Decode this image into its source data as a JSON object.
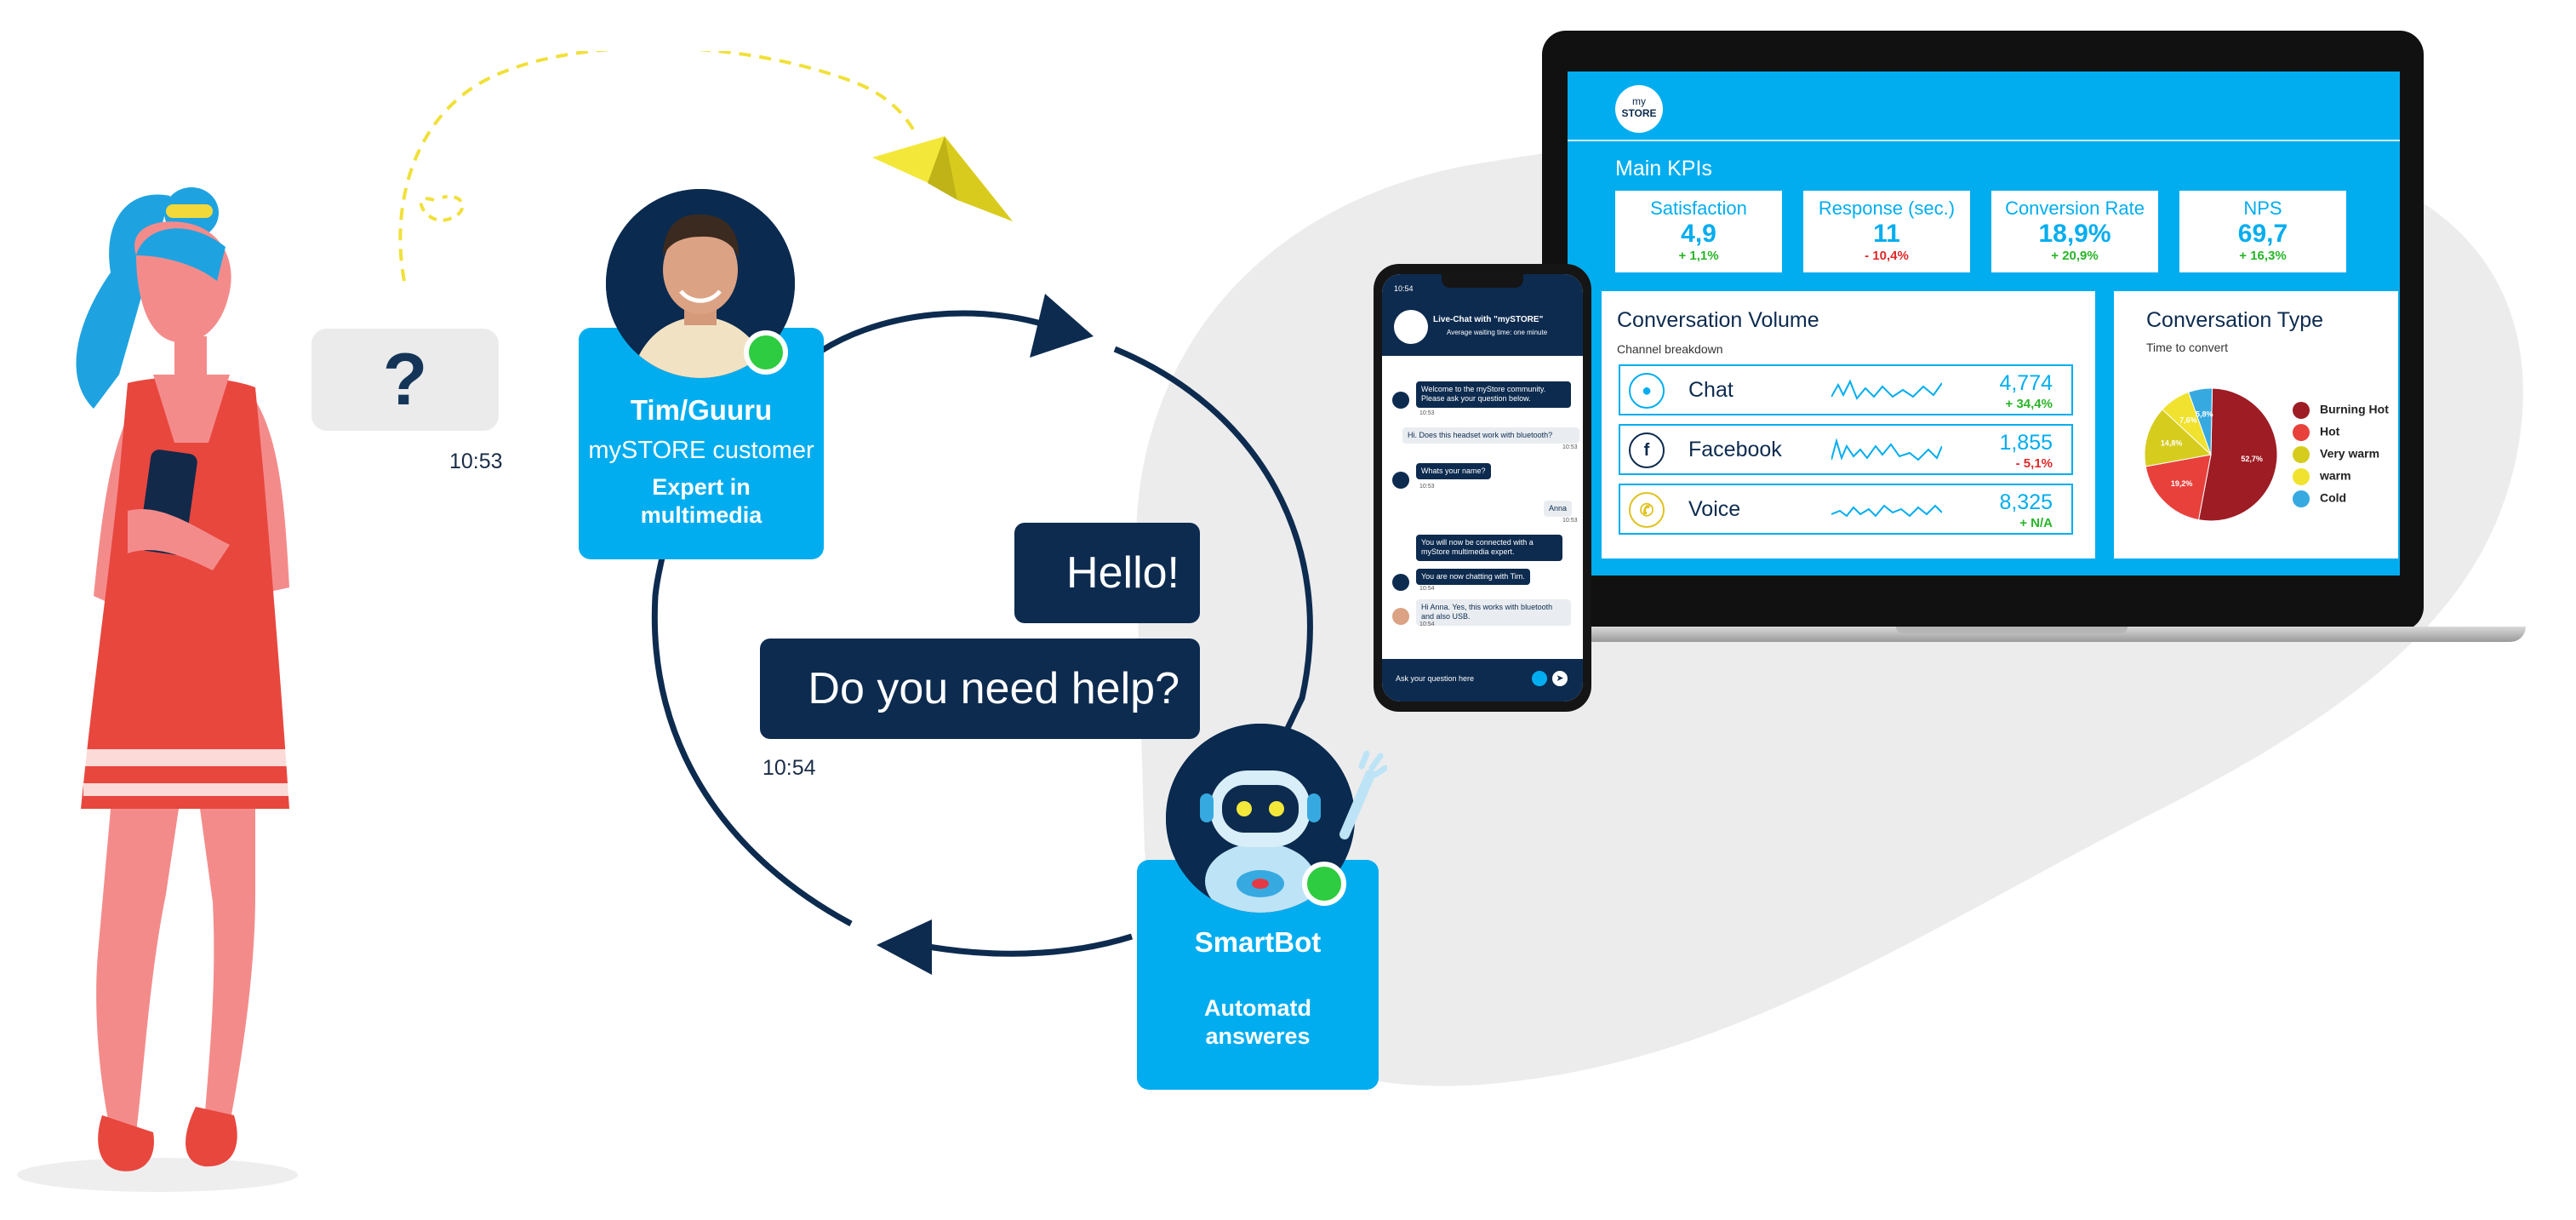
{
  "left_scene": {
    "question_mark": "?",
    "question_time": "10:53",
    "agent": {
      "name": "Tim/Guuru",
      "role": "mySTORE customer",
      "expertise": "Expert in multimedia"
    },
    "bot_messages": [
      "Hello!",
      "Do you need help?"
    ],
    "bot_time": "10:54",
    "bot": {
      "name": "SmartBot",
      "description": "Automatd answeres"
    }
  },
  "dashboard": {
    "logo": {
      "line1": "my",
      "line2": "STORE"
    },
    "kpi_title": "Main KPIs",
    "kpis": [
      {
        "label": "Satisfaction",
        "value": "4,9",
        "delta": "+ 1,1%",
        "positive": true
      },
      {
        "label": "Response (sec.)",
        "value": "11",
        "delta": "- 10,4%",
        "positive": false
      },
      {
        "label": "Conversion Rate",
        "value": "18,9%",
        "delta": "+ 20,9%",
        "positive": true
      },
      {
        "label": "NPS",
        "value": "69,7",
        "delta": "+ 16,3%",
        "positive": true
      }
    ],
    "volume": {
      "title": "Conversation Volume",
      "subtitle": "Channel breakdown",
      "channels": [
        {
          "name": "Chat",
          "icon": "chat-icon",
          "value": "4,774",
          "delta": "+ 34,4%",
          "positive": true
        },
        {
          "name": "Facebook",
          "icon": "facebook-icon",
          "value": "1,855",
          "delta": "- 5,1%",
          "positive": false
        },
        {
          "name": "Voice",
          "icon": "phone-icon",
          "value": "8,325",
          "delta": "+ N/A",
          "positive": true
        }
      ]
    },
    "type": {
      "title": "Conversation Type",
      "subtitle": "Time to convert",
      "legend": [
        "Burning Hot",
        "Hot",
        "Very warm",
        "warm",
        "Cold"
      ],
      "colors": [
        "#9e1c24",
        "#e8413c",
        "#d6cc1e",
        "#f0e22e",
        "#36a9e0"
      ],
      "slice_labels": [
        "52,7%",
        "19,2%",
        "14,8%",
        "7,6%",
        "5,8%"
      ],
      "values": [
        52.7,
        19.2,
        14.8,
        7.6,
        5.8
      ]
    }
  },
  "phone": {
    "status_time": "10:54",
    "header_title": "Live-Chat with \"mySTORE\"",
    "header_sub": "Average waiting time: one minute",
    "messages": [
      {
        "from": "bot",
        "text": "Welcome to the myStore community. Please ask your question below.",
        "time": "10:53"
      },
      {
        "from": "user",
        "text": "Hi. Does this headset work with bluetooth?",
        "time": "10:53"
      },
      {
        "from": "bot",
        "text": "Whats your name?",
        "time": "10:53"
      },
      {
        "from": "user",
        "text": "Anna",
        "time": "10:53"
      },
      {
        "from": "bot",
        "text": "You will now be connected with a myStore multimedia expert.",
        "time": ""
      },
      {
        "from": "bot",
        "text": "You are now chatting with Tim.",
        "time": "10:54"
      },
      {
        "from": "agent",
        "text": "Hi Anna. Yes, this works with bluetooth and also USB.",
        "time": "10:54"
      }
    ],
    "input_placeholder": "Ask your question here"
  }
}
